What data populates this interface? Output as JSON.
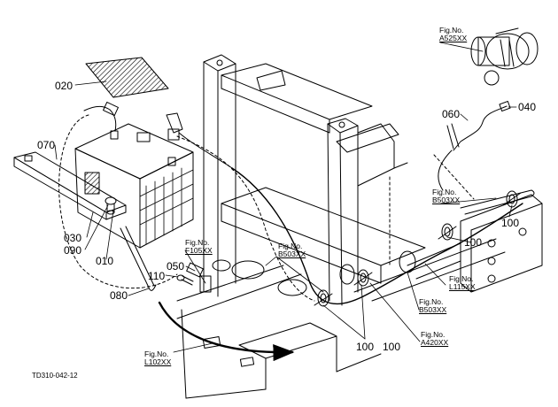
{
  "colors": {
    "line": "#000000",
    "background": "#ffffff",
    "hatch": "#000000"
  },
  "callouts": {
    "p020": "020",
    "p040": "040",
    "p050": "050",
    "p060": "060",
    "p070": "070",
    "p030": "030",
    "p090": "090",
    "p010": "010",
    "p080": "080",
    "p110": "110",
    "p100_a": "100",
    "p100_b": "100",
    "p100_c": "100",
    "p100_d": "100"
  },
  "fig_refs": {
    "prefix": "Fig.No.",
    "a525": "A525XX",
    "b503_top": "B503XX",
    "f105": "F105XX",
    "b503_mid": "B503XX",
    "l115": "L115XX",
    "b503_low": "B503XX",
    "a420": "A420XX",
    "l102": "L102XX"
  },
  "drawing_code": "TD310-042-12"
}
